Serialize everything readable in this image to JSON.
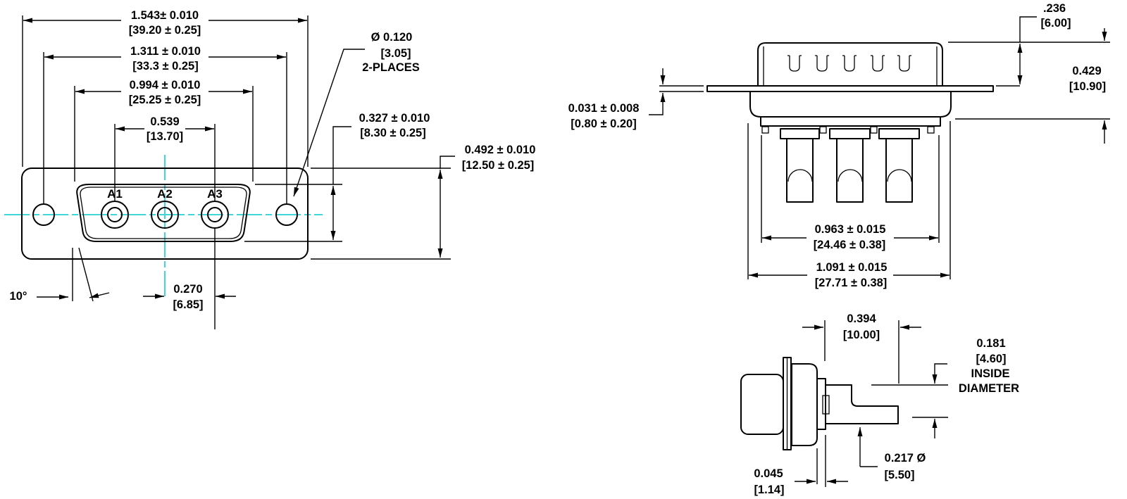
{
  "colors": {
    "line": "#000000",
    "centerline": "#3fd6da",
    "background": "#ffffff"
  },
  "front_view": {
    "contact_labels": [
      "A1",
      "A2",
      "A3"
    ],
    "dims": {
      "overall_width": {
        "in": "1.543± 0.010",
        "mm": "[39.20 ± 0.25]"
      },
      "mounting_hole_spacing": {
        "in": "1.311 ± 0.010",
        "mm": "[33.3 ± 0.25]"
      },
      "shell_width": {
        "in": "0.994 ± 0.010",
        "mm": "[25.25 ± 0.25]"
      },
      "outer_contact_spacing": {
        "in": "0.539",
        "mm": "[13.70]"
      },
      "mounting_hole_callout": {
        "in": "Ø 0.120",
        "mm": "[3.05]",
        "note": "2-PLACES"
      },
      "shell_height": {
        "in": "0.327 ± 0.010",
        "mm": "[8.30 ± 0.25]"
      },
      "flange_height": {
        "in": "0.492 ± 0.010",
        "mm": "[12.50 ± 0.25]"
      },
      "contact_pitch": {
        "in": "0.270",
        "mm": "[6.85]"
      },
      "shell_draft_angle": "10°"
    }
  },
  "side_view": {
    "dims": {
      "shell_height_above_flange": {
        "in": ".236",
        "mm": "[6.00]"
      },
      "overall_height": {
        "in": "0.429",
        "mm": "[10.90]"
      },
      "flange_thickness": {
        "in": "0.031 ± 0.008",
        "mm": "[0.80 ± 0.20]"
      },
      "insert_width": {
        "in": "0.963 ± 0.015",
        "mm": "[24.46 ± 0.38]"
      },
      "body_width": {
        "in": "1.091 ± 0.015",
        "mm": "[27.71 ± 0.38]"
      }
    }
  },
  "contact_detail": {
    "dims": {
      "terminal_length": {
        "in": "0.394",
        "mm": "[10.00]"
      },
      "inside_diameter": {
        "in": "0.181",
        "mm": "[4.60]",
        "note_line1": "INSIDE",
        "note_line2": "DIAMETER"
      },
      "cup_diameter": {
        "in": "0.217 Ø",
        "mm": "[5.50]"
      },
      "land_width": {
        "in": "0.045",
        "mm": "[1.14]"
      }
    }
  }
}
